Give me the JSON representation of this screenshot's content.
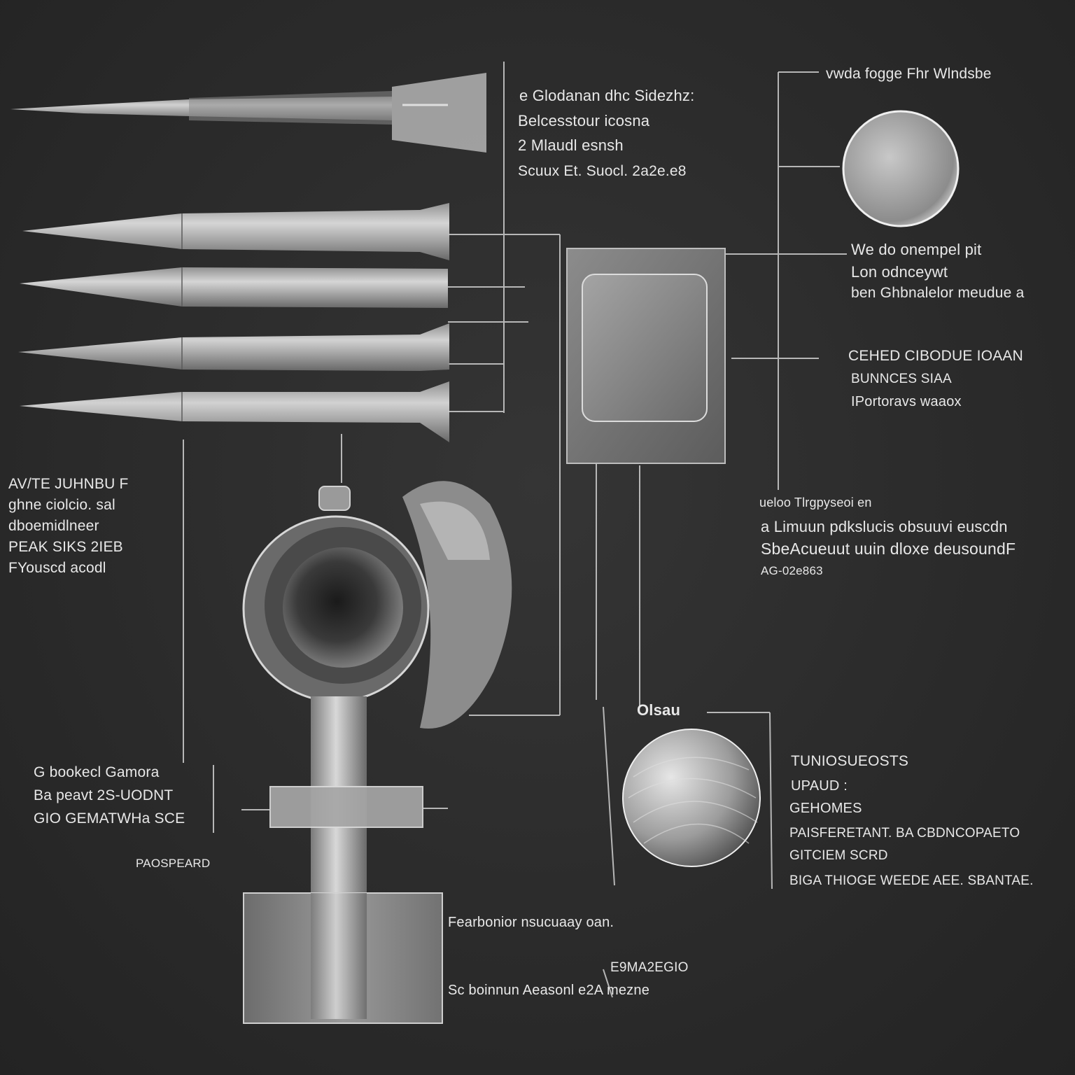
{
  "notes": {
    "a": [
      "e Glodanan dhc Sidezhz:",
      "Belcesstour icosna",
      "2 Mlaudl esnsh",
      "Scuux Et. Suocl. 2a2e.e8"
    ],
    "b": [
      "vwda fogge Fhr Wlndsbe"
    ],
    "c": [
      "We do onempel pit",
      "Lon odnceywt",
      "ben Ghbnalelor meudue a"
    ],
    "d": [
      "CEHED CIBODUE IOAAN",
      "BUNNCES SIAA",
      "IPortoravs waaox"
    ],
    "e": [
      "AV/TE JUHNBU F",
      "ghne ciolcio. sal",
      "dboemidlneer",
      "PEAK SIKS 2IEB",
      "FYouscd acodl"
    ],
    "f": [
      "ueloo Tlrgpyseoi en",
      "a Limuun pdkslucis obsuuvi euscdn",
      "SbeAcueuut uuin dloxe deusoundF",
      "AG-02e863"
    ],
    "g": [
      "Olsau"
    ],
    "h": [
      "TUNIOSUEOSTS",
      "UPAUD :",
      "GEHOMES",
      "PAISFERETANT. BA CBDNCOPAETO",
      "GITCIEM SCRD",
      "BIGA THIOGE WEEDE AEE. SBANTAE."
    ],
    "i": [
      "G bookecl Gamora",
      "Ba peavt 2S-UODNT",
      "GIO GEMATWHa SCE"
    ],
    "j": [
      "PAOSPEARD"
    ],
    "k": [
      "Fearbonior nsucuaay oan."
    ],
    "l": [
      "E9MA2EGIO"
    ],
    "m": [
      "Sc boinnun Aeasonl e2A mezne"
    ]
  }
}
